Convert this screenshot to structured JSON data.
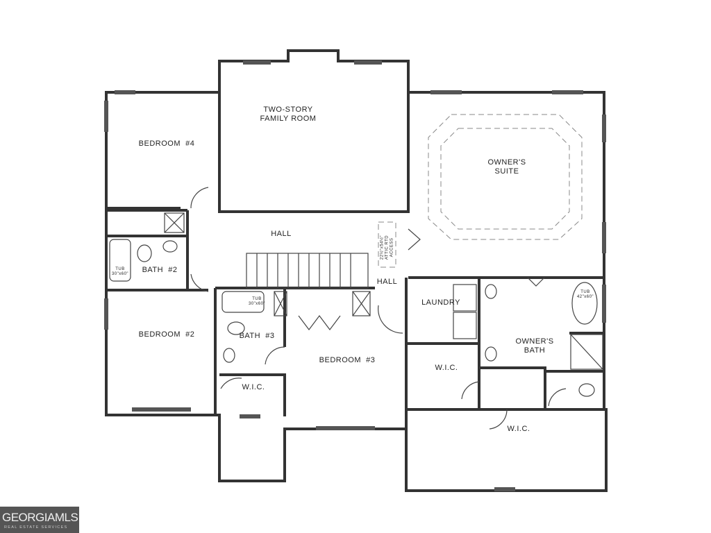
{
  "rooms": {
    "family_room": "TWO-STORY\nFAMILY ROOM",
    "bedroom4": "BEDROOM  #4",
    "owners_suite": "OWNER'S\nSUITE",
    "hall_upper": "HALL",
    "hall_right": "HALL",
    "bath2": "BATH  #2",
    "tub_bath2": "TUB\n30\"x60\"",
    "bedroom2": "BEDROOM  #2",
    "bath3": "BATH  #3",
    "tub_bath3": "TUB\n30\"x60\"",
    "wic_left": "W.I.C.",
    "bedroom3": "BEDROOM  #3",
    "laundry": "LAUNDRY",
    "wic_middle": "W.I.C.",
    "owners_bath": "OWNER'S\nBATH",
    "tub_owners": "TUB\n42\"x60\"",
    "wic_bottom": "W.I.C.",
    "attic_access": "22½\"x54½\"\nATTIC RTD\nACCESS"
  },
  "logo": {
    "main": "GEORGIAMLS",
    "sub": "REAL ESTATE SERVICES"
  }
}
